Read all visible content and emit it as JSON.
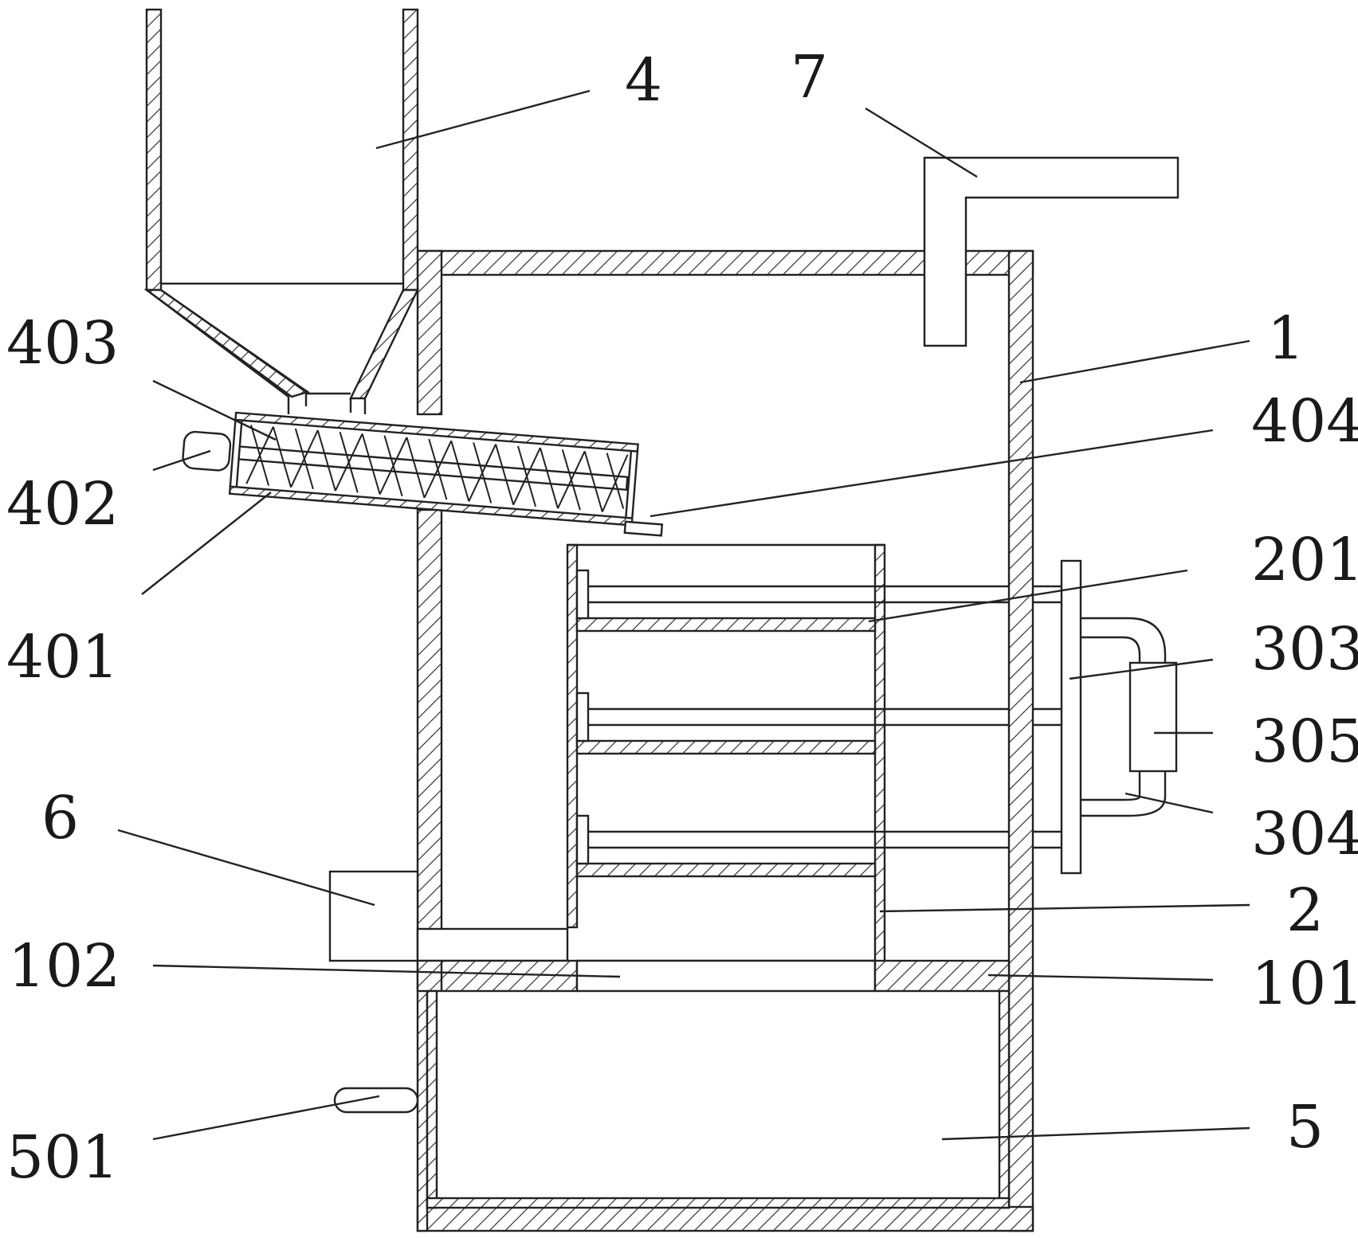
{
  "callouts": {
    "c4": "4",
    "c7": "7",
    "c403": "403",
    "c1": "1",
    "c402": "402",
    "c404": "404",
    "c401": "401",
    "c201": "201",
    "c303": "303",
    "c305": "305",
    "c304": "304",
    "c6": "6",
    "c2": "2",
    "c102": "102",
    "c101": "101",
    "c501": "501",
    "c5": "5"
  }
}
